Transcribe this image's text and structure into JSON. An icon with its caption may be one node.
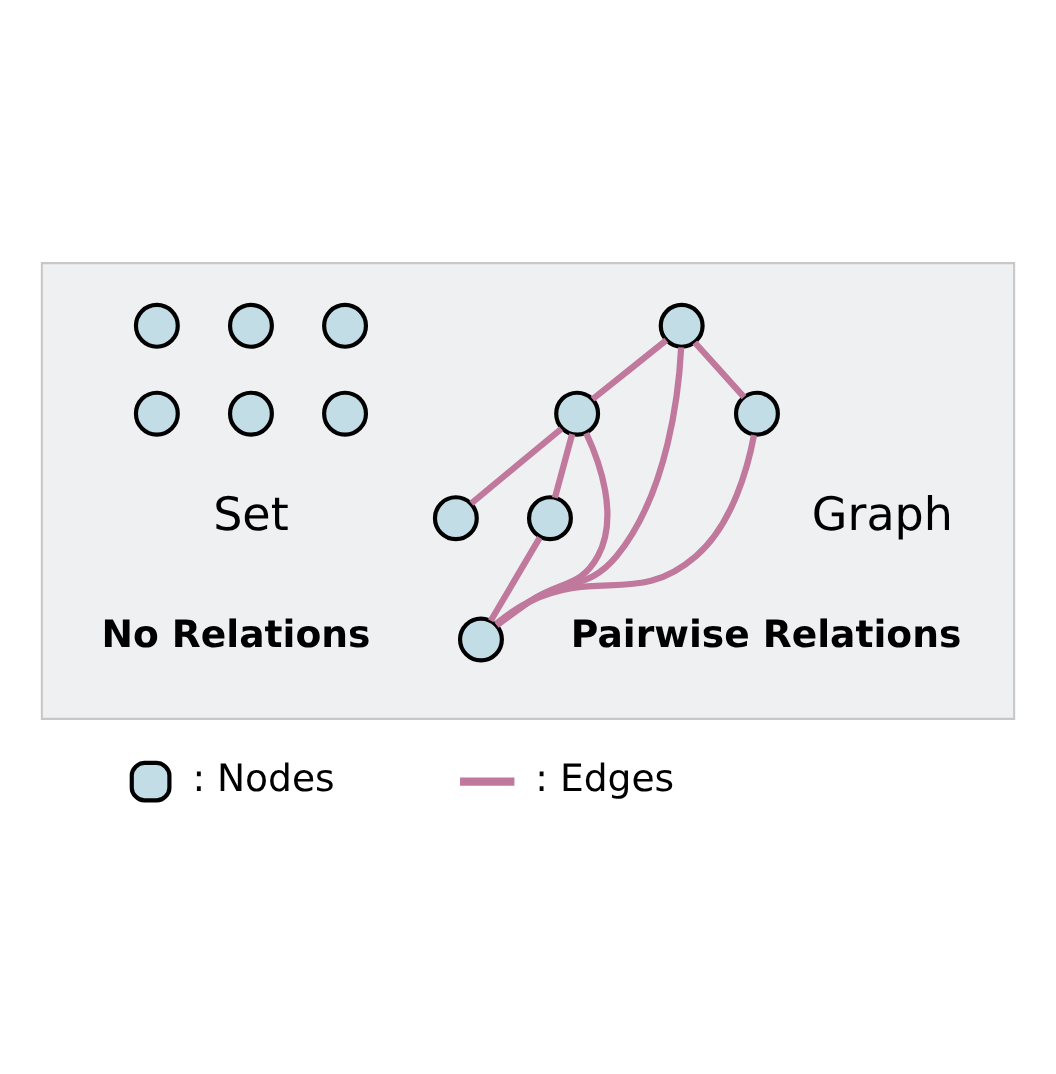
{
  "diagram": {
    "nodes": [
      {
        "text": [],
        "shape": "box"
      },
      {
        "text": [],
        "shape": "circle",
        "in": 0
      },
      {
        "text": [],
        "shape": "circle",
        "in": 0
      },
      {
        "text": [],
        "shape": "circle",
        "in": 0
      },
      {
        "text": [],
        "shape": "circle",
        "in": 0
      },
      {
        "text": [],
        "shape": "circle",
        "in": 0
      },
      {
        "text": [],
        "shape": "circle",
        "in": 0
      },
      {
        "text": [],
        "shape": "circle",
        "in": 0
      },
      {
        "text": [],
        "shape": "circle",
        "in": 0
      },
      {
        "text": [],
        "shape": "circle",
        "in": 0
      },
      {
        "text": [],
        "shape": "circle",
        "in": 0
      },
      {
        "text": [],
        "shape": "circle",
        "in": 0
      },
      {
        "text": [],
        "shape": "circle",
        "in": 0
      }
    ],
    "edges": [
      {
        "from": 9,
        "to": 8,
        "arrow": "none"
      },
      {
        "from": 8,
        "to": 7,
        "arrow": "none"
      },
      {
        "from": 8,
        "to": 10,
        "arrow": "none"
      },
      {
        "from": 9,
        "to": 12,
        "arrow": "none"
      },
      {
        "from": 9,
        "to": 11,
        "arrow": "none"
      },
      {
        "from": 8,
        "to": 11,
        "arrow": "none"
      },
      {
        "from": 10,
        "to": 11,
        "arrow": "none"
      },
      {
        "from": 12,
        "to": 11,
        "arrow": "none"
      }
    ],
    "labels": [
      "Set",
      "Graph",
      "No Relations",
      "Pairwise Relations"
    ],
    "legend": [
      {
        "text": ": Nodes"
      },
      {
        "text": ": Edges"
      }
    ]
  }
}
